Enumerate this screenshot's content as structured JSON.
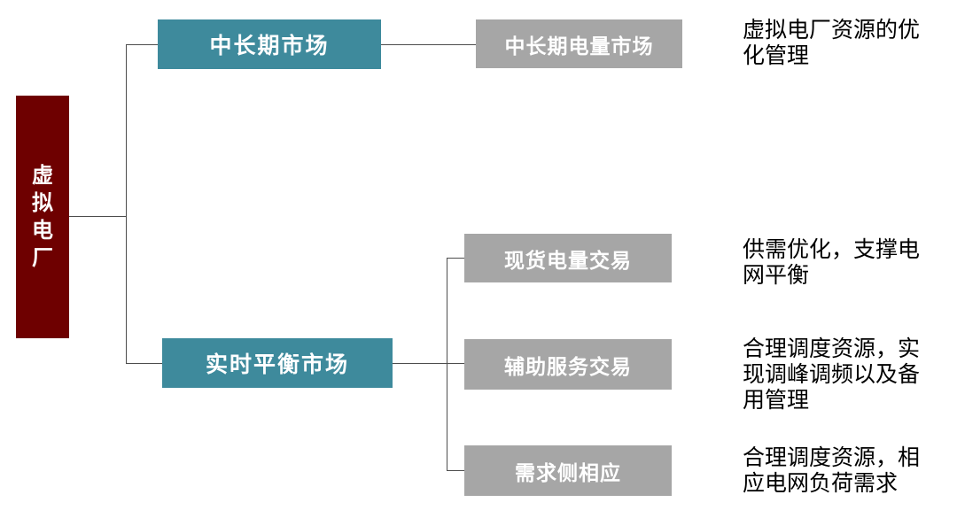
{
  "diagram": {
    "title_hint": "虚拟电厂市场结构",
    "root": {
      "label": "虚拟电厂"
    },
    "branches": [
      {
        "market": {
          "label": "中长期市场"
        },
        "children": [
          {
            "label": "中长期电量市场",
            "description": "虚拟电厂资源的优化管理"
          }
        ]
      },
      {
        "market": {
          "label": "实时平衡市场"
        },
        "children": [
          {
            "label": "现货电量交易",
            "description": "供需优化，支撑电网平衡"
          },
          {
            "label": "辅助服务交易",
            "description": "合理调度资源，实现调峰调频以及备用管理"
          },
          {
            "label": "需求侧相应",
            "description": "合理调度资源，相应电网负荷需求"
          }
        ]
      }
    ],
    "colors": {
      "root_fill": "#6e0000",
      "market_fill": "#3e8a9c",
      "child_fill": "#a6a6a6",
      "connector": "#4d4d4d",
      "label_text": "#ffffff",
      "description_text": "#000000",
      "background": "#ffffff"
    }
  }
}
